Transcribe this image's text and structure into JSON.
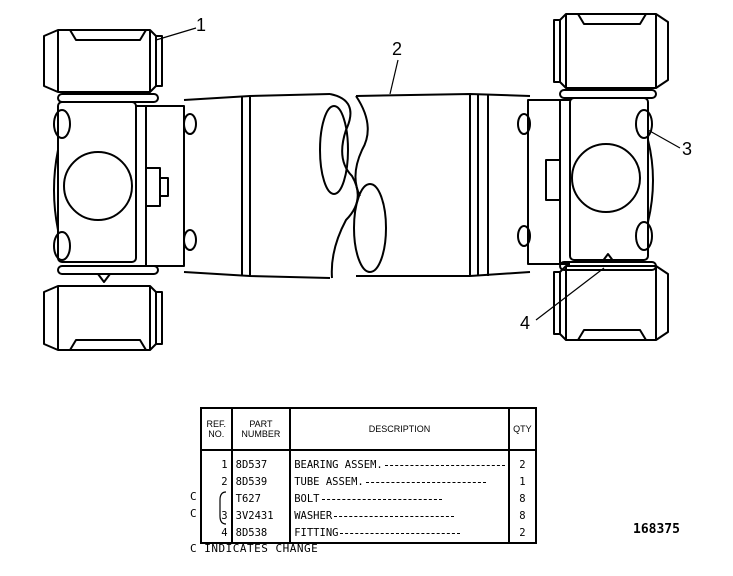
{
  "callouts": [
    "1",
    "2",
    "3",
    "4"
  ],
  "table": {
    "headers": {
      "ref": "REF. NO.",
      "part": "PART NUMBER",
      "desc": "DESCRIPTION",
      "qty": "QTY"
    },
    "rows": [
      {
        "ref": "1",
        "part": "8D537",
        "desc": "BEARING ASSEM.",
        "qty": "2"
      },
      {
        "ref": "2",
        "part": "8D539",
        "desc": "TUBE ASSEM.",
        "qty": "1"
      },
      {
        "ref": "",
        "part": "T627",
        "desc": "BOLT",
        "qty": "8",
        "change": "C"
      },
      {
        "ref": "3",
        "part": "3V2431",
        "desc": "WASHER",
        "qty": "8",
        "change": "C"
      },
      {
        "ref": "4",
        "part": "8D538",
        "desc": "FITTING",
        "qty": "2"
      }
    ]
  },
  "footnote": "C INDICATES CHANGE",
  "illustration_number": "168375"
}
